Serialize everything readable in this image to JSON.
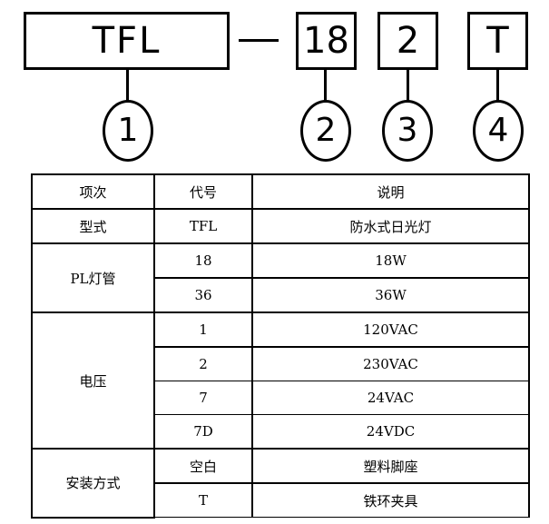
{
  "diagram": {
    "boxes": [
      "TFL",
      "18",
      "2",
      "T"
    ],
    "circles": [
      "1",
      "2",
      "3",
      "4"
    ]
  },
  "table": {
    "headers": [
      "项次",
      "代号",
      "说明"
    ],
    "groups": [
      {
        "item": "型式",
        "rows": [
          {
            "code": "TFL",
            "desc": "防水式日光灯"
          }
        ]
      },
      {
        "item": "PL灯管",
        "rows": [
          {
            "code": "18",
            "desc": "18W"
          },
          {
            "code": "36",
            "desc": "36W"
          }
        ]
      },
      {
        "item": "电压",
        "rows": [
          {
            "code": "1",
            "desc": "120VAC"
          },
          {
            "code": "2",
            "desc": "230VAC"
          },
          {
            "code": "7",
            "desc": "24VAC"
          },
          {
            "code": "7D",
            "desc": "24VDC"
          }
        ]
      },
      {
        "item": "安装方式",
        "rows": [
          {
            "code": "空白",
            "desc": "塑料脚座"
          },
          {
            "code": "T",
            "desc": "铁环夹具"
          }
        ]
      }
    ]
  }
}
